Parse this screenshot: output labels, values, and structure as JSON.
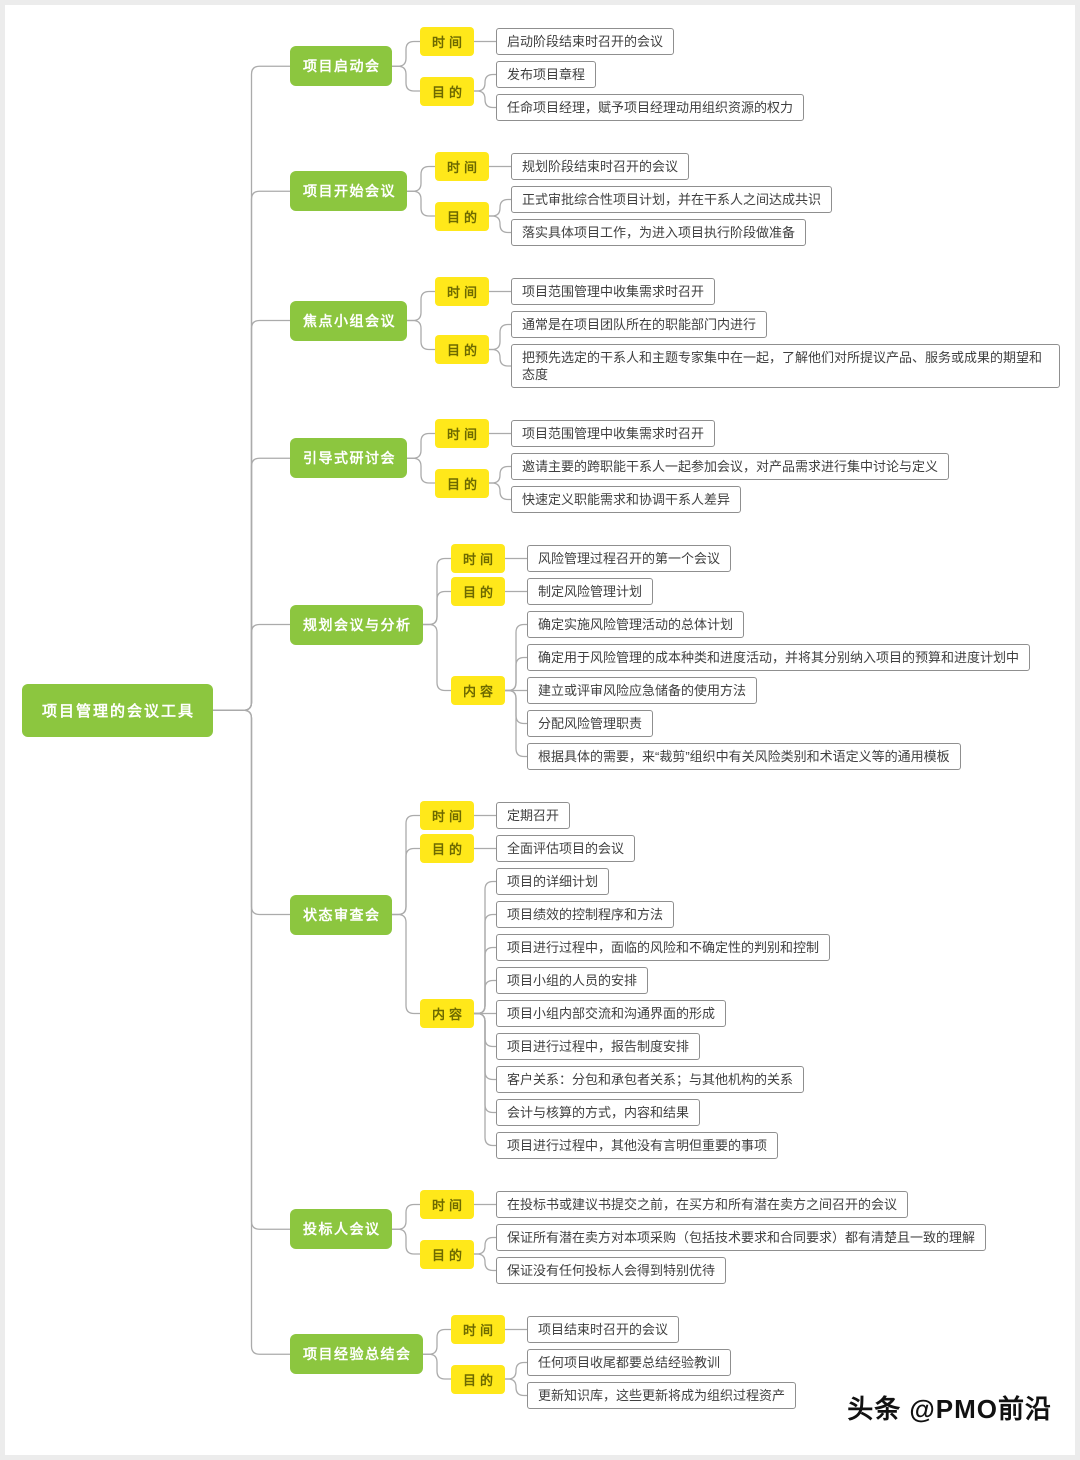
{
  "page": {
    "watermark": "头条 @PMO前沿"
  },
  "colors": {
    "branch_green": "#8CC63F",
    "label_yellow": "#FFE81A",
    "label_text": "#6E6A00",
    "leaf_border": "#8F8F8F",
    "leaf_text": "#3F3F3F",
    "connector_line": "#ABABAB",
    "watermark_text": "#111111"
  },
  "mindmap": {
    "root": "项目管理的会议工具",
    "branches": [
      {
        "id": "project-kickoff",
        "label": "项目启动会",
        "groups": [
          {
            "key": "time",
            "label": "时间",
            "items": [
              "启动阶段结束时召开的会议"
            ]
          },
          {
            "key": "purpose",
            "label": "目的",
            "items": [
              "发布项目章程",
              "任命项目经理，赋予项目经理动用组织资源的权力"
            ]
          }
        ]
      },
      {
        "id": "project-start-meeting",
        "label": "项目开始会议",
        "groups": [
          {
            "key": "time",
            "label": "时间",
            "items": [
              "规划阶段结束时召开的会议"
            ]
          },
          {
            "key": "purpose",
            "label": "目的",
            "items": [
              "正式审批综合性项目计划，并在干系人之间达成共识",
              "落实具体项目工作，为进入项目执行阶段做准备"
            ]
          }
        ]
      },
      {
        "id": "focus-group-meeting",
        "label": "焦点小组会议",
        "groups": [
          {
            "key": "time",
            "label": "时间",
            "items": [
              "项目范围管理中收集需求时召开"
            ]
          },
          {
            "key": "purpose",
            "label": "目的",
            "items": [
              "通常是在项目团队所在的职能部门内进行",
              "把预先选定的干系人和主题专家集中在一起，了解他们对所提议产品、服务或成果的期望和态度"
            ]
          }
        ]
      },
      {
        "id": "facilitated-workshop",
        "label": "引导式研讨会",
        "groups": [
          {
            "key": "time",
            "label": "时间",
            "items": [
              "项目范围管理中收集需求时召开"
            ]
          },
          {
            "key": "purpose",
            "label": "目的",
            "items": [
              "邀请主要的跨职能干系人一起参加会议，对产品需求进行集中讨论与定义",
              "快速定义职能需求和协调干系人差异"
            ]
          }
        ]
      },
      {
        "id": "planning-meeting-analysis",
        "label": "规划会议与分析",
        "groups": [
          {
            "key": "time",
            "label": "时间",
            "items": [
              "风险管理过程召开的第一个会议"
            ]
          },
          {
            "key": "purpose",
            "label": "目的",
            "items": [
              "制定风险管理计划"
            ]
          },
          {
            "key": "content",
            "label": "内容",
            "items": [
              "确定实施风险管理活动的总体计划",
              "确定用于风险管理的成本种类和进度活动，并将其分别纳入项目的预算和进度计划中",
              "建立或评审风险应急储备的使用方法",
              "分配风险管理职责",
              "根据具体的需要，来“裁剪”组织中有关风险类别和术语定义等的通用模板"
            ]
          }
        ]
      },
      {
        "id": "status-review-meeting",
        "label": "状态审查会",
        "groups": [
          {
            "key": "time",
            "label": "时间",
            "items": [
              "定期召开"
            ]
          },
          {
            "key": "purpose",
            "label": "目的",
            "items": [
              "全面评估项目的会议"
            ]
          },
          {
            "key": "content",
            "label": "内容",
            "items": [
              "项目的详细计划",
              "项目绩效的控制程序和方法",
              "项目进行过程中，面临的风险和不确定性的判别和控制",
              "项目小组的人员的安排",
              "项目小组内部交流和沟通界面的形成",
              "项目进行过程中，报告制度安排",
              "客户关系：分包和承包者关系；与其他机构的关系",
              "会计与核算的方式，内容和结果",
              "项目进行过程中，其他没有言明但重要的事项"
            ]
          }
        ]
      },
      {
        "id": "bidder-conference",
        "label": "投标人会议",
        "groups": [
          {
            "key": "time",
            "label": "时间",
            "items": [
              "在投标书或建议书提交之前，在买方和所有潜在卖方之间召开的会议"
            ]
          },
          {
            "key": "purpose",
            "label": "目的",
            "items": [
              "保证所有潜在卖方对本项采购（包括技术要求和合同要求）都有清楚且一致的理解",
              "保证没有任何投标人会得到特别优待"
            ]
          }
        ]
      },
      {
        "id": "lessons-learned-meeting",
        "label": "项目经验总结会",
        "groups": [
          {
            "key": "time",
            "label": "时间",
            "items": [
              "项目结束时召开的会议"
            ]
          },
          {
            "key": "purpose",
            "label": "目的",
            "items": [
              "任何项目收尾都要总结经验教训",
              "更新知识库，这些更新将成为组织过程资产"
            ]
          }
        ]
      }
    ]
  }
}
